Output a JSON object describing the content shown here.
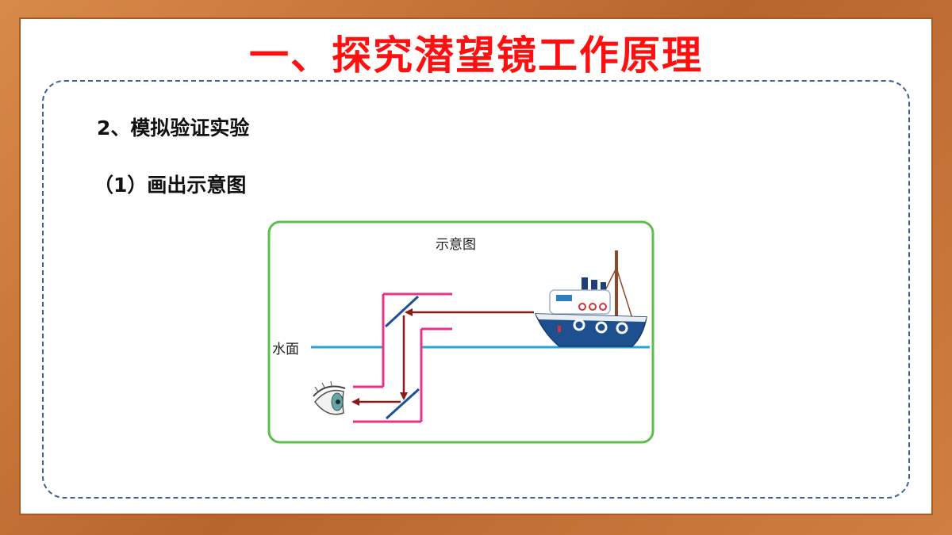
{
  "slide": {
    "title": "一、探究潜望镜工作原理",
    "subtitle_1": "2、模拟验证实验",
    "subtitle_2": "（1）画出示意图"
  },
  "diagram": {
    "caption": "示意图",
    "water_label": "水面",
    "icons": [
      "ship-icon",
      "eye-icon",
      "mirror-icon"
    ],
    "colors": {
      "border": "#5cbf4a",
      "periscope_tube": "#e8338a",
      "mirror": "#1f4f9a",
      "light_ray": "#8b1a1a",
      "water_line": "#29a6d9"
    }
  }
}
